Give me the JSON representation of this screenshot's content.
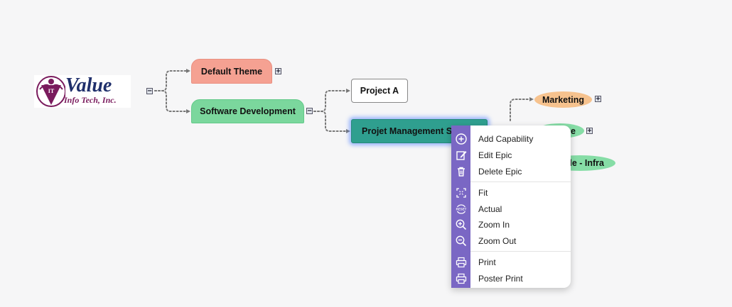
{
  "logo": {
    "brand": "Value",
    "sub": "Info Tech, Inc.",
    "mark_text": "IT"
  },
  "nodes": {
    "default_theme": "Default Theme",
    "software_development": "Software Development",
    "project_a": "Project A",
    "project_management": "Projet Management So",
    "marketing": "Marketing",
    "green_partial": "e",
    "infra_partial": "le - Infra"
  },
  "toggles": {
    "collapse": "−",
    "expand": "+"
  },
  "context_menu": {
    "add_capability": "Add Capability",
    "edit_epic": "Edit Epic",
    "delete_epic": "Delete Epic",
    "fit": "Fit",
    "actual": "Actual",
    "zoom_in": "Zoom In",
    "zoom_out": "Zoom Out",
    "print": "Print",
    "poster_print": "Poster Print",
    "reset_icon_text": "RESET"
  },
  "icons": {
    "add": "plus-circle-icon",
    "edit": "edit-icon",
    "delete": "trash-icon",
    "fit": "fit-icon",
    "actual": "reset-icon",
    "zoom_in": "zoom-in-icon",
    "zoom_out": "zoom-out-icon",
    "print": "printer-icon",
    "poster_print": "printer-icon"
  },
  "colors": {
    "canvas": "#f6f6f7",
    "default_theme": "#f5a192",
    "software_development": "#7bd79d",
    "selected_node": "#2f9f8f",
    "marketing": "#f6c28e",
    "menu_rail": "#7a67c4"
  }
}
